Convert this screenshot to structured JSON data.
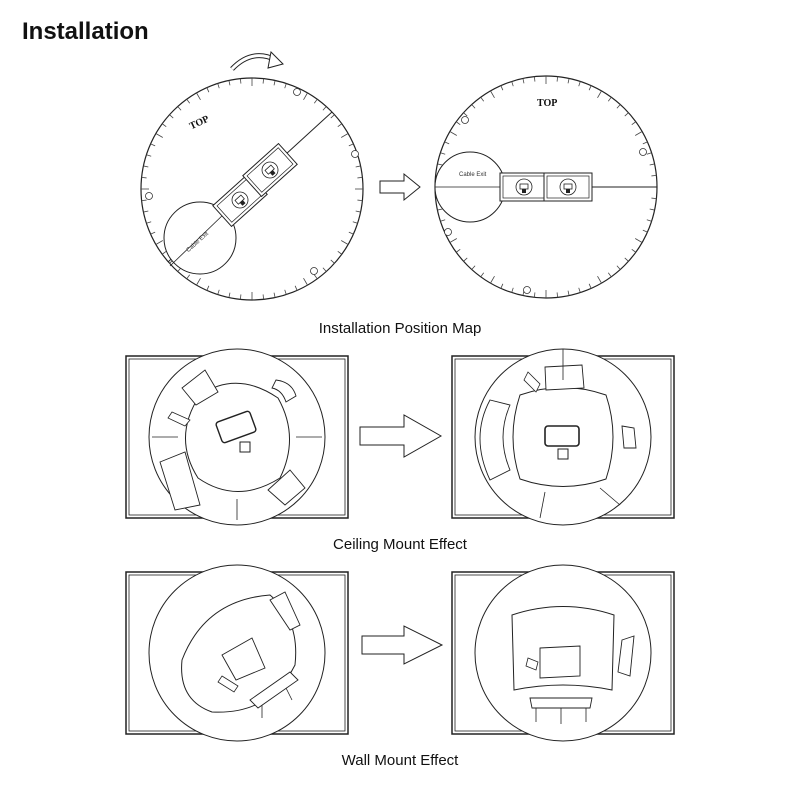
{
  "heading": "Installation",
  "sections": {
    "position_map": {
      "caption": "Installation Position Map",
      "dial_top_label": "TOP",
      "cable_exit_label": "Cable Exit"
    },
    "ceiling": {
      "caption": "Ceiling Mount Effect"
    },
    "wall": {
      "caption": "Wall Mount Effect"
    }
  },
  "icons": [
    "rotate-arrow-icon",
    "right-arrow-icon",
    "camera-module-icon"
  ]
}
